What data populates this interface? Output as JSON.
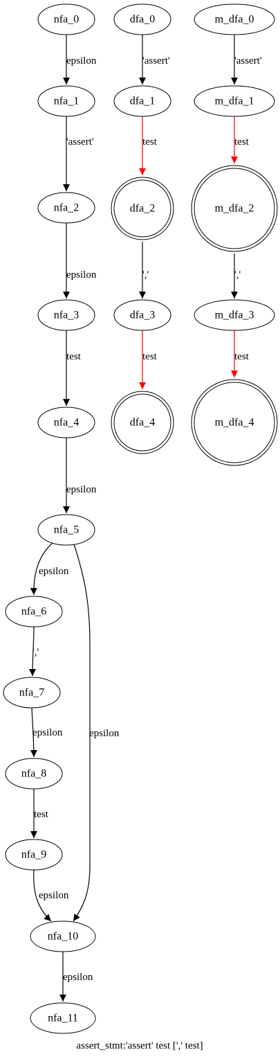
{
  "caption": "assert_stmt:'assert' test [',' test]",
  "colors": {
    "black": "#000000",
    "highlight": "#ff0000"
  },
  "nfa": {
    "nodes": [
      {
        "id": "nfa_0",
        "label": "nfa_0"
      },
      {
        "id": "nfa_1",
        "label": "nfa_1"
      },
      {
        "id": "nfa_2",
        "label": "nfa_2"
      },
      {
        "id": "nfa_3",
        "label": "nfa_3"
      },
      {
        "id": "nfa_4",
        "label": "nfa_4"
      },
      {
        "id": "nfa_5",
        "label": "nfa_5"
      },
      {
        "id": "nfa_6",
        "label": "nfa_6"
      },
      {
        "id": "nfa_7",
        "label": "nfa_7"
      },
      {
        "id": "nfa_8",
        "label": "nfa_8"
      },
      {
        "id": "nfa_9",
        "label": "nfa_9"
      },
      {
        "id": "nfa_10",
        "label": "nfa_10"
      },
      {
        "id": "nfa_11",
        "label": "nfa_11"
      }
    ],
    "edges": [
      {
        "from": "nfa_0",
        "to": "nfa_1",
        "label": "epsilon"
      },
      {
        "from": "nfa_1",
        "to": "nfa_2",
        "label": "'assert'"
      },
      {
        "from": "nfa_2",
        "to": "nfa_3",
        "label": "epsilon"
      },
      {
        "from": "nfa_3",
        "to": "nfa_4",
        "label": "test"
      },
      {
        "from": "nfa_4",
        "to": "nfa_5",
        "label": "epsilon"
      },
      {
        "from": "nfa_5",
        "to": "nfa_6",
        "label": "epsilon"
      },
      {
        "from": "nfa_6",
        "to": "nfa_7",
        "label": "','"
      },
      {
        "from": "nfa_7",
        "to": "nfa_8",
        "label": "epsilon"
      },
      {
        "from": "nfa_8",
        "to": "nfa_9",
        "label": "test"
      },
      {
        "from": "nfa_9",
        "to": "nfa_10",
        "label": "epsilon"
      },
      {
        "from": "nfa_5",
        "to": "nfa_10",
        "label": "epsilon"
      },
      {
        "from": "nfa_10",
        "to": "nfa_11",
        "label": "epsilon"
      }
    ]
  },
  "dfa": {
    "nodes": [
      {
        "id": "dfa_0",
        "label": "dfa_0",
        "accept": false
      },
      {
        "id": "dfa_1",
        "label": "dfa_1",
        "accept": false
      },
      {
        "id": "dfa_2",
        "label": "dfa_2",
        "accept": true
      },
      {
        "id": "dfa_3",
        "label": "dfa_3",
        "accept": false
      },
      {
        "id": "dfa_4",
        "label": "dfa_4",
        "accept": true
      }
    ],
    "edges": [
      {
        "from": "dfa_0",
        "to": "dfa_1",
        "label": "'assert'",
        "highlight": false
      },
      {
        "from": "dfa_1",
        "to": "dfa_2",
        "label": "test",
        "highlight": true
      },
      {
        "from": "dfa_2",
        "to": "dfa_3",
        "label": "','",
        "highlight": false
      },
      {
        "from": "dfa_3",
        "to": "dfa_4",
        "label": "test",
        "highlight": true
      }
    ]
  },
  "m_dfa": {
    "nodes": [
      {
        "id": "m_dfa_0",
        "label": "m_dfa_0",
        "accept": false
      },
      {
        "id": "m_dfa_1",
        "label": "m_dfa_1",
        "accept": false
      },
      {
        "id": "m_dfa_2",
        "label": "m_dfa_2",
        "accept": true
      },
      {
        "id": "m_dfa_3",
        "label": "m_dfa_3",
        "accept": false
      },
      {
        "id": "m_dfa_4",
        "label": "m_dfa_4",
        "accept": true
      }
    ],
    "edges": [
      {
        "from": "m_dfa_0",
        "to": "m_dfa_1",
        "label": "'assert'",
        "highlight": false
      },
      {
        "from": "m_dfa_1",
        "to": "m_dfa_2",
        "label": "test",
        "highlight": true
      },
      {
        "from": "m_dfa_2",
        "to": "m_dfa_3",
        "label": "','",
        "highlight": false
      },
      {
        "from": "m_dfa_3",
        "to": "m_dfa_4",
        "label": "test",
        "highlight": true
      }
    ]
  }
}
